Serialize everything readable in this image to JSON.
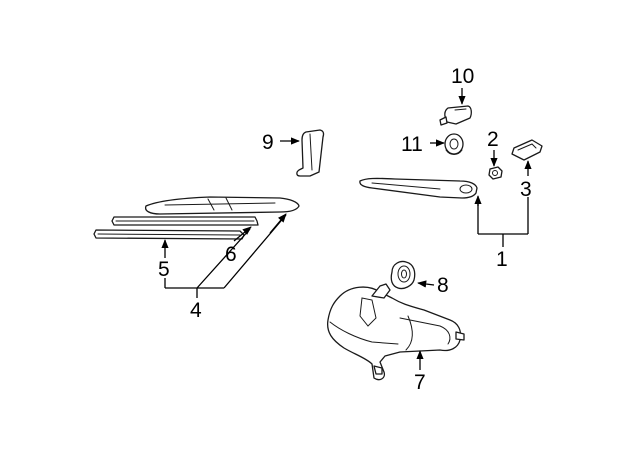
{
  "callouts": {
    "c1": "1",
    "c2": "2",
    "c3": "3",
    "c4": "4",
    "c5": "5",
    "c6": "6",
    "c7": "7",
    "c8": "8",
    "c9": "9",
    "c10": "10",
    "c11": "11"
  },
  "colors": {
    "line": "#1a1a1a",
    "fill": "#ffffff",
    "shade": "#d8d8d8"
  }
}
